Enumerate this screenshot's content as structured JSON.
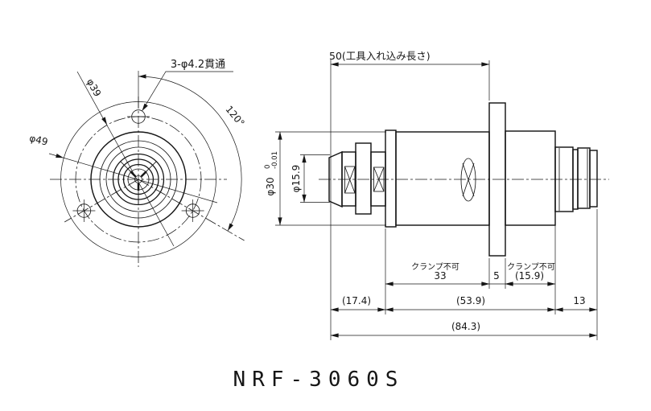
{
  "title": "NRF-3060S",
  "front": {
    "hole_label": "3-φ4.2貫通",
    "bolt_circle_dia": "φ39",
    "outer_dia": "φ49",
    "hole_angle": "120°"
  },
  "side": {
    "tool_insert_len": "50(工具入れ込み長さ)",
    "body_dia": "φ30",
    "body_dia_tol_upper": "0",
    "body_dia_tol_lower": "-0.01",
    "nose_dia": "φ15.9",
    "clamp_forbidden_left": "クランプ不可",
    "clamp_left_len": "33",
    "flange_width": "5",
    "clamp_forbidden_right": "クランプ不可",
    "clamp_right_len": "(15.9)",
    "front_len": "(17.4)",
    "mid_len": "(53.9)",
    "rear_len": "13",
    "total_len": "(84.3)"
  },
  "colors": {
    "line": "#161616",
    "background": "#ffffff"
  }
}
